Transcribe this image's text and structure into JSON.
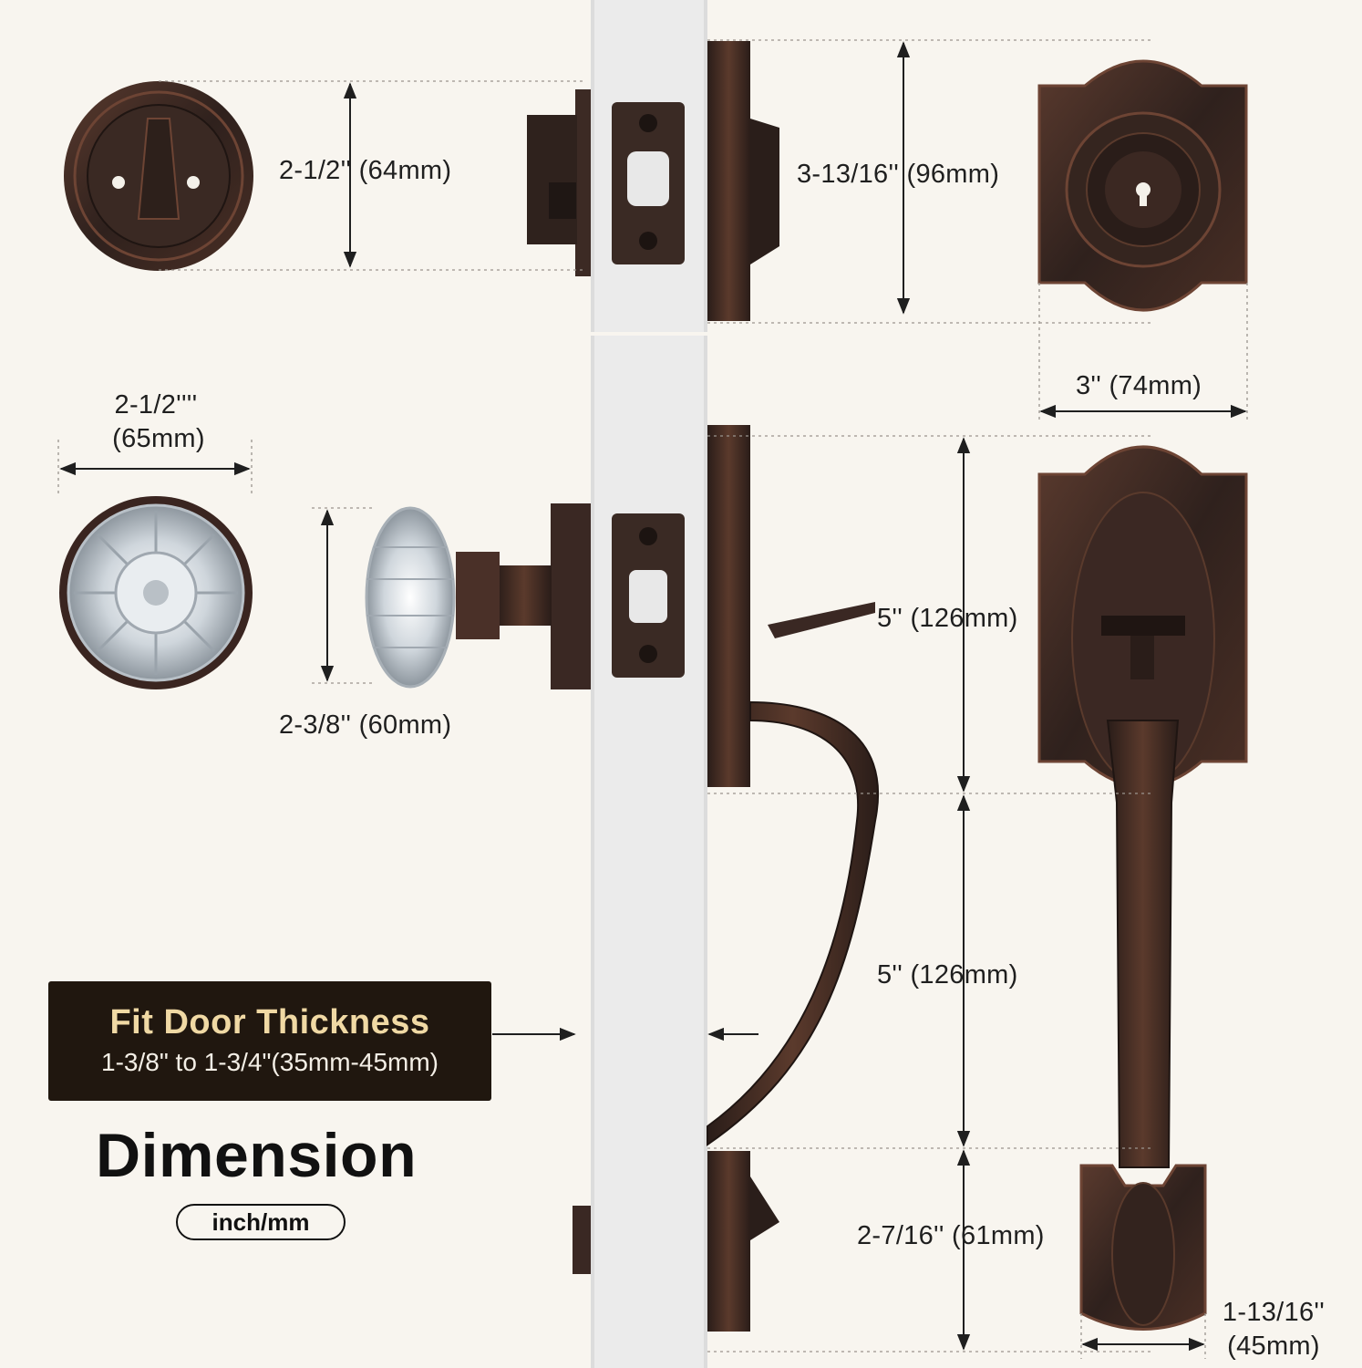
{
  "colors": {
    "background": "#f8f5ef",
    "bronze": "#3a2a25",
    "bronze_highlight": "#7a4a33",
    "door": "#ebebeb",
    "label_box": "#20170f",
    "label_accent": "#f0d9a4"
  },
  "dimensions": {
    "deadbolt_thumbturn_dia": "2-1/2'' (64mm)",
    "deadbolt_height": "3-13/16'' (96mm)",
    "deadbolt_width": "3'' (74mm)",
    "knob_face_dia_line1": "2-1/2''''",
    "knob_face_dia_line2": "(65mm)",
    "knob_height": "2-3/8'' (60mm)",
    "handleset_top_height": "5'' (126mm)",
    "handleset_mid_height": "5'' (126mm)",
    "handleset_bottom_height": "2-7/16'' (61mm)",
    "handleset_bottom_width_line1": "1-13/16''",
    "handleset_bottom_width_line2": "(45mm)"
  },
  "fit_box": {
    "title": "Fit Door Thickness",
    "range": "1-3/8\" to 1-3/4\"(35mm-45mm)"
  },
  "title": "Dimension",
  "unit": "inch/mm",
  "icons": {
    "thumbturn": "deadbolt-thumbturn-icon",
    "knob": "crystal-knob-icon",
    "deadbolt_front": "keyed-deadbolt-icon",
    "handleset_front": "handleset-icon"
  }
}
